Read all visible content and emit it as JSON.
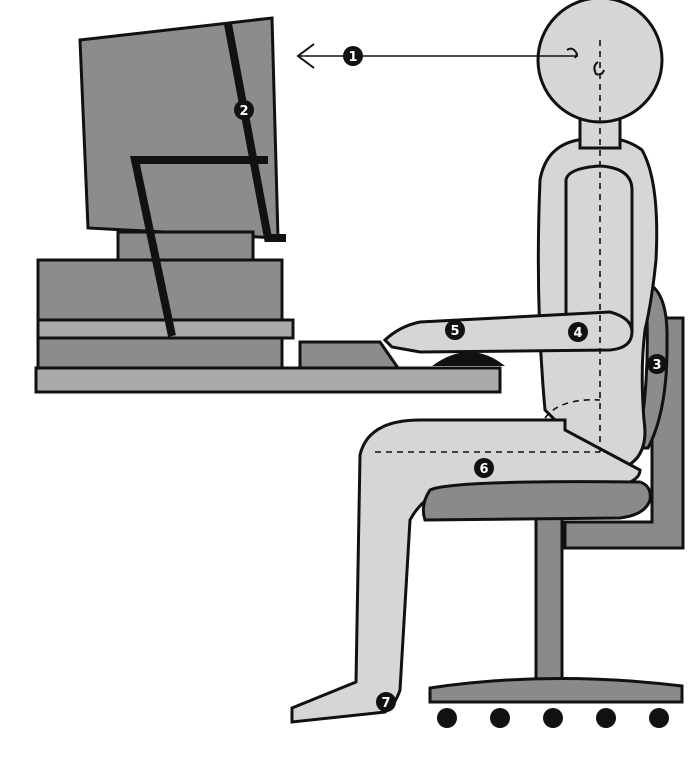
{
  "colors": {
    "background": "#ffffff",
    "outline": "#111111",
    "body_fill": "#d6d6d6",
    "equipment_fill": "#8c8c8c",
    "desk_fill": "#a9a9a9",
    "chair_fill": "#8a8a8a",
    "marker_fill": "#111111",
    "marker_text": "#ffffff"
  },
  "callouts": [
    {
      "label": "1",
      "icon": "number-1-marker"
    },
    {
      "label": "2",
      "icon": "number-2-marker"
    },
    {
      "label": "3",
      "icon": "number-3-marker"
    },
    {
      "label": "4",
      "icon": "number-4-marker"
    },
    {
      "label": "5",
      "icon": "number-5-marker"
    },
    {
      "label": "6",
      "icon": "number-6-marker"
    },
    {
      "label": "7",
      "icon": "number-7-marker"
    }
  ],
  "caster_count": 5
}
